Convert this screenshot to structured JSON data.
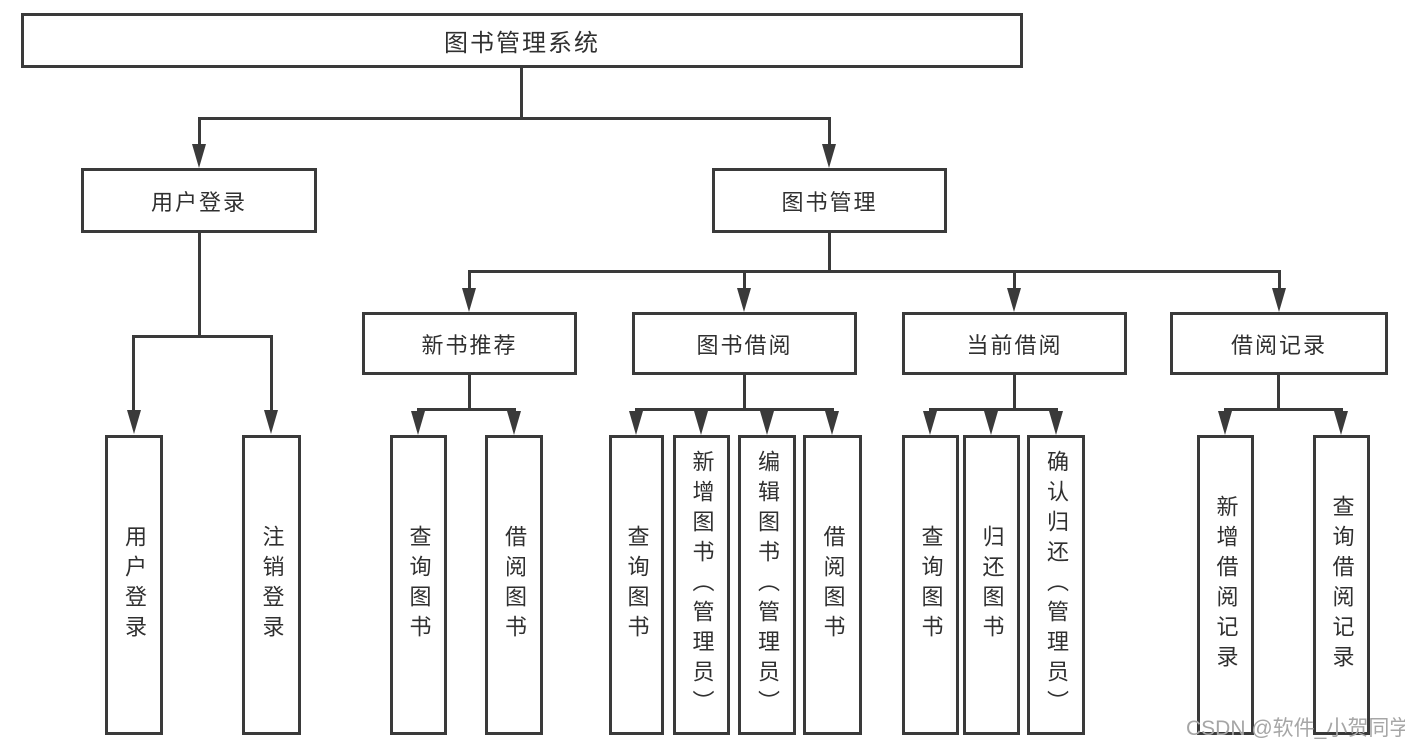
{
  "diagram": {
    "root": {
      "label": "图书管理系统"
    },
    "level2": [
      {
        "label": "用户登录"
      },
      {
        "label": "图书管理"
      }
    ],
    "level3": [
      {
        "label": "新书推荐"
      },
      {
        "label": "图书借阅"
      },
      {
        "label": "当前借阅"
      },
      {
        "label": "借阅记录"
      }
    ],
    "leaves": [
      {
        "label": "用户登录"
      },
      {
        "label": "注销登录"
      },
      {
        "label": "查询图书"
      },
      {
        "label": "借阅图书"
      },
      {
        "label": "查询图书"
      },
      {
        "label": "新增图书（管理员）"
      },
      {
        "label": "编辑图书（管理员）"
      },
      {
        "label": "借阅图书"
      },
      {
        "label": "查询图书"
      },
      {
        "label": "归还图书"
      },
      {
        "label": "确认归还（管理员）"
      },
      {
        "label": "新增借阅记录"
      },
      {
        "label": "查询借阅记录"
      }
    ],
    "watermark": "CSDN @软件_小贺同学",
    "colors": {
      "stroke": "#3a3a3a",
      "text": "#303030",
      "watermark": "#a6a6a6",
      "background": "#ffffff"
    }
  }
}
